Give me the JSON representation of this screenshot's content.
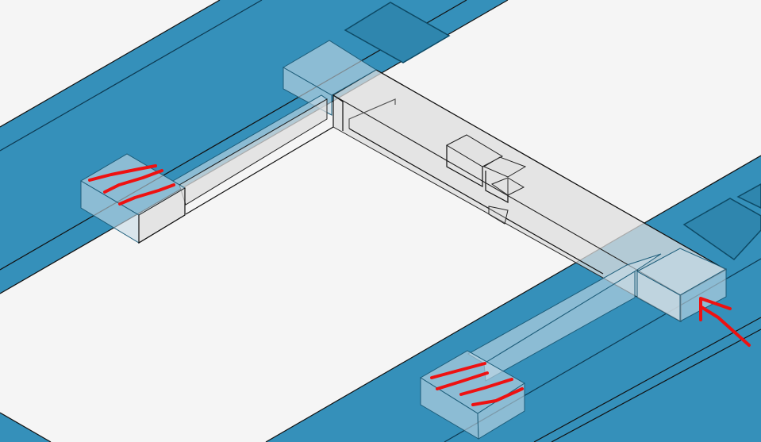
{
  "scene": {
    "background_color": "#f5f5f5",
    "band_color": "#3590ba",
    "ghost_color": "#dedede",
    "glass_color": "#c6dbe6",
    "annotation_color": "#ee1111"
  },
  "annotations": [
    {
      "kind": "hatch-strokes",
      "target": "left-pad"
    },
    {
      "kind": "hatch-strokes",
      "target": "bottom-pad"
    },
    {
      "kind": "arrow",
      "target": "right-box"
    }
  ]
}
